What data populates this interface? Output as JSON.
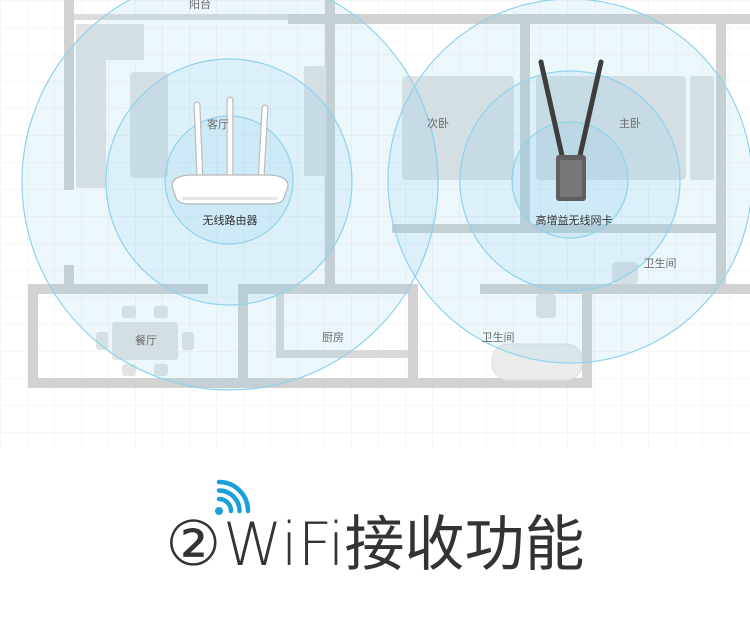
{
  "floorplan": {
    "rooms": {
      "balcony": "阳台",
      "living_room": "客厅",
      "second_bedroom": "次卧",
      "master_bedroom": "主卧",
      "master_bathroom": "卫生间",
      "dining_room": "餐厅",
      "kitchen": "厨房",
      "bathroom": "卫生间"
    },
    "devices": {
      "router": "无线路由器",
      "adapter": "高增益无线网卡"
    }
  },
  "title": {
    "number": "②",
    "text": "WiFi接收功能"
  },
  "icons": {
    "title_icon": "wifi-signal-icon",
    "router_icon": "wireless-router-icon",
    "adapter_icon": "usb-wifi-adapter-icon"
  },
  "colors": {
    "coverage": "#8fd2ec",
    "wifi_icon": "#1a9fdc",
    "title": "#333333",
    "wall": "#d2d2d2"
  }
}
